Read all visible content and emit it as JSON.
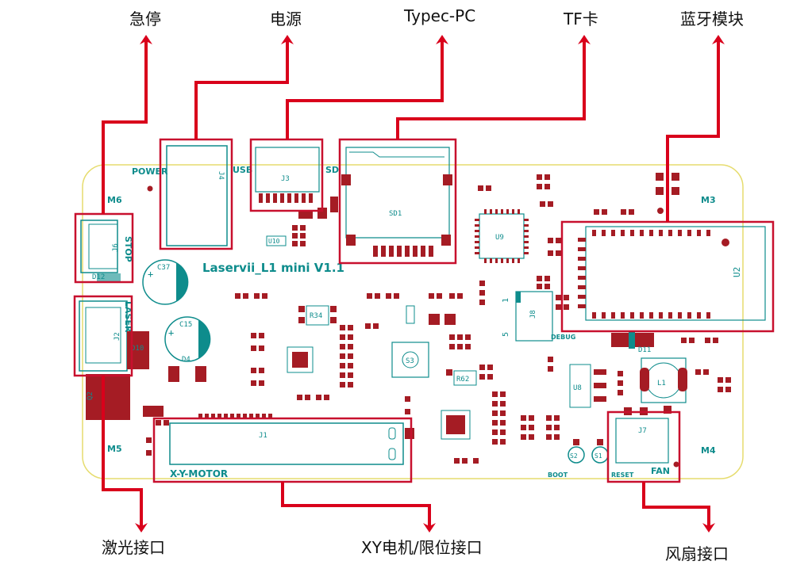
{
  "callouts": {
    "estop": "急停",
    "power": "电源",
    "typec": "Typec-PC",
    "tf": "TF卡",
    "bluetooth": "蓝牙模块",
    "laser": "激光接口",
    "xy": "XY电机/限位接口",
    "fan": "风扇接口"
  },
  "board": {
    "title": "Laservii_L1 mini V1.1",
    "silk": {
      "power": "POWER",
      "usb": "USB",
      "sd": "SD",
      "m6": "M6",
      "m5": "M5",
      "m3": "M3",
      "m4": "M4",
      "stop": "STOP",
      "laser": "LASER",
      "j6": "J6",
      "j2": "J2",
      "j4": "J4",
      "j3": "J3",
      "sd1": "SD1",
      "u9": "U9",
      "u2": "U2",
      "u10": "U10",
      "c37": "C37",
      "c15": "C15",
      "d12": "D12",
      "d10": "D10",
      "d4": "D4",
      "q2": "Q2",
      "r34": "R34",
      "s3": "S3",
      "r62": "R62",
      "j8": "J8",
      "debug": "DEBUG",
      "pin1": "1",
      "pin5": "5",
      "d11": "D11",
      "l1": "L1",
      "u8": "U8",
      "j7": "J7",
      "reset": "RESET",
      "fanlabel": "FAN",
      "s2": "S2",
      "s1": "S1",
      "boot": "BOOT",
      "j1": "J1",
      "motor": "X-Y-MOTOR"
    }
  },
  "colors": {
    "arrow": "#d9001b",
    "box": "#c8102e",
    "pad": "#a51c24",
    "silk": "#0e8c8c",
    "outline": "#e6dc6e"
  }
}
